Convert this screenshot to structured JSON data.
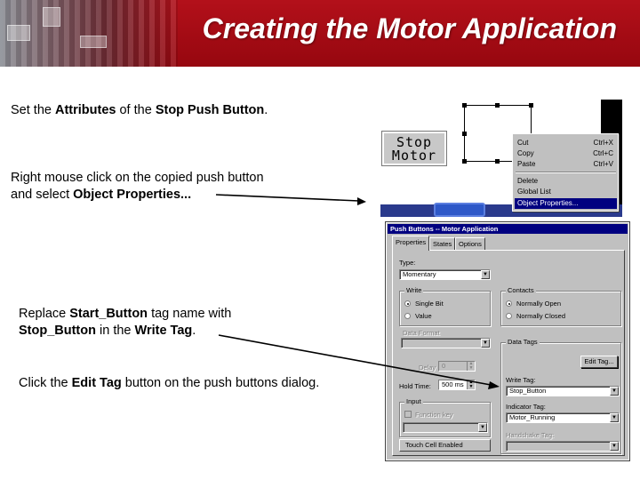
{
  "slide": {
    "title": "Creating the Motor Application",
    "accent_color": "#b3101a"
  },
  "steps": {
    "s1": {
      "pre": "Set the ",
      "b1": "Attributes",
      "mid": " of the ",
      "b2": "Stop Push Button",
      "post": "."
    },
    "s2": {
      "line1": "Right mouse click on the copied push button",
      "pre": "and select ",
      "b1": "Object Properties...",
      "post": ""
    },
    "s3": {
      "pre": "Replace ",
      "b1": "Start_Button",
      "mid": " tag name with",
      "b2": "Stop_Button",
      "mid2": " in the ",
      "b3": "Write Tag",
      "post": "."
    },
    "s4": {
      "pre": "Click the ",
      "b1": "Edit Tag",
      "post": " button on the push buttons dialog."
    }
  },
  "canvas_screenshot": {
    "push_button_line1": "Stop",
    "push_button_line2": "Motor",
    "context_menu": {
      "items": [
        {
          "label": "Cut",
          "shortcut": "Ctrl+X"
        },
        {
          "label": "Copy",
          "shortcut": "Ctrl+C"
        },
        {
          "label": "Paste",
          "shortcut": "Ctrl+V"
        },
        {
          "label": "Delete",
          "shortcut": ""
        },
        {
          "label": "Global List",
          "shortcut": ""
        },
        {
          "label": "Object Properties...",
          "shortcut": "",
          "highlighted": true
        }
      ]
    }
  },
  "dialog": {
    "title": "Push Buttons -- Motor Application",
    "tabs": [
      "Properties",
      "States",
      "Options"
    ],
    "active_tab": "Properties",
    "type_label": "Type:",
    "type_value": "Momentary",
    "write_group": "Write",
    "write_options": [
      "Single Bit",
      "Value"
    ],
    "write_selected": "Single Bit",
    "contacts_group": "Contacts",
    "contact_options": [
      "Normally Open",
      "Normally Closed"
    ],
    "contact_selected": "Normally Open",
    "data_format_label": "Data Format",
    "data_tags_group": "Data Tags",
    "edit_tag_button": "Edit Tag...",
    "delay_label": "Delay",
    "delay_value": "0",
    "hold_time_label": "Hold Time:",
    "hold_time_value": "500 ms",
    "write_tag_label": "Write Tag:",
    "write_tag_value": "Stop_Button",
    "input_group": "Input",
    "function_key_label": "Function key",
    "indicator_tag_label": "Indicator Tag:",
    "indicator_tag_value": "Motor_Running",
    "touch_cell_label": "Touch Cell Enabled",
    "handshake_tag_label": "Handshake Tag:"
  },
  "icons": [
    "dropdown-arrow-icon",
    "spin-arrows-icon",
    "pointer-arrow-icon"
  ]
}
